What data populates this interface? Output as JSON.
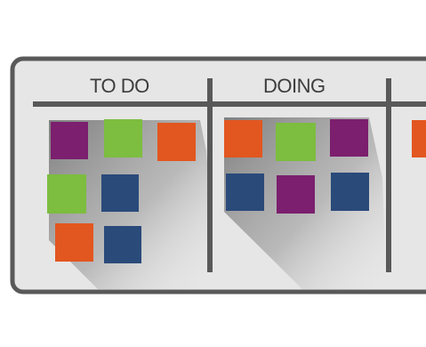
{
  "board": {
    "columns": [
      {
        "title": "TO DO"
      },
      {
        "title": "DOING"
      },
      {
        "title": ""
      }
    ]
  },
  "colors": {
    "frame": "#595959",
    "background": "#e6e6e6",
    "purple": "#7b1f6e",
    "green": "#7dbd3f",
    "orange": "#e2561f",
    "navy": "#2a4a7a"
  },
  "cards": {
    "todo": [
      "purple",
      "green",
      "orange",
      "green",
      "navy",
      "orange",
      "navy"
    ],
    "doing": [
      "orange",
      "green",
      "purple",
      "navy",
      "purple",
      "navy"
    ],
    "done": [
      "orange"
    ]
  }
}
